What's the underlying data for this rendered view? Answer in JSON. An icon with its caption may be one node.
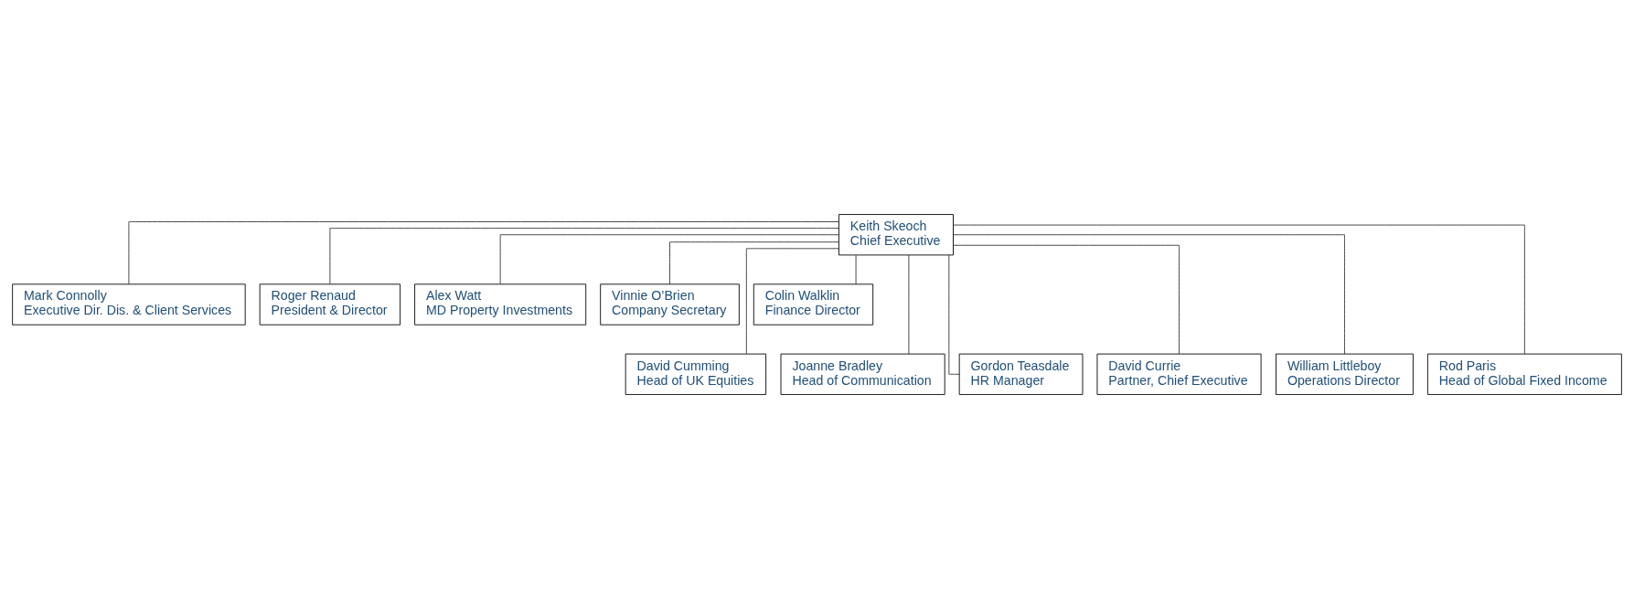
{
  "diagram": {
    "nodes": [
      {
        "text": [
          "Keith Skeoch",
          "Chief Executive"
        ]
      },
      {
        "text": [
          "Mark Connolly",
          "Executive Dir. Dis. & Client Services"
        ]
      },
      {
        "text": [
          "Roger Renaud",
          "President & Director"
        ]
      },
      {
        "text": [
          "Alex Watt",
          "MD Property Investments"
        ]
      },
      {
        "text": [
          "Vinnie O’Brien",
          "Company Secretary"
        ]
      },
      {
        "text": [
          "Colin Walklin",
          "Finance Director"
        ]
      },
      {
        "text": [
          "David Cumming",
          "Head of UK Equities"
        ]
      },
      {
        "text": [
          "Joanne Bradley",
          "Head of Communication"
        ]
      },
      {
        "text": [
          "Gordon Teasdale",
          "HR Manager"
        ]
      },
      {
        "text": [
          "David Currie",
          "Partner, Chief Executive"
        ]
      },
      {
        "text": [
          "William Littleboy",
          "Operations Director"
        ]
      },
      {
        "text": [
          "Rod Paris",
          "Head of Global Fixed Income"
        ]
      }
    ],
    "edges": [
      {
        "from": 0,
        "to": 6,
        "arrow": "none"
      },
      {
        "from": 0,
        "to": 1,
        "arrow": "none"
      },
      {
        "from": 0,
        "to": 7,
        "arrow": "none"
      },
      {
        "from": 0,
        "to": 2,
        "arrow": "none"
      },
      {
        "from": 0,
        "to": 8,
        "arrow": "none"
      },
      {
        "from": 0,
        "to": 3,
        "arrow": "none"
      },
      {
        "from": 0,
        "to": 9,
        "arrow": "none"
      },
      {
        "from": 0,
        "to": 4,
        "arrow": "none"
      },
      {
        "from": 0,
        "to": 10,
        "arrow": "none"
      },
      {
        "from": 0,
        "to": 5,
        "arrow": "none"
      },
      {
        "from": 0,
        "to": 11,
        "arrow": "none"
      }
    ]
  }
}
